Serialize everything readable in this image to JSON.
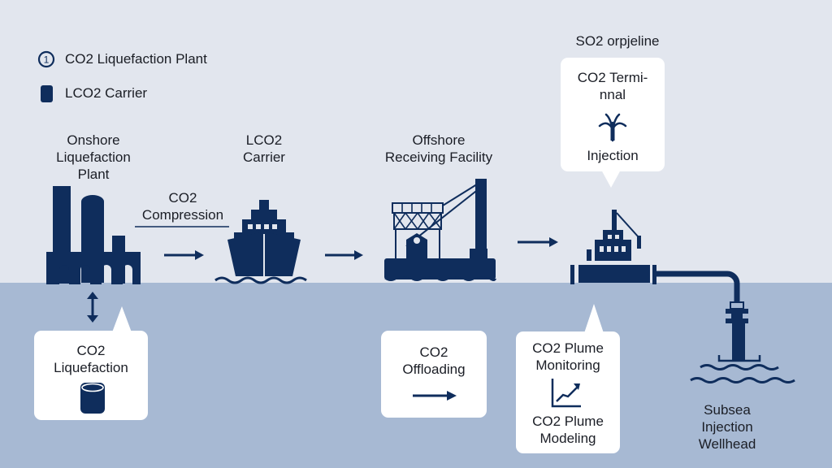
{
  "legend": [
    {
      "icon": "numbered-circle-icon",
      "marker": "1",
      "label": "CO2 Liquefaction Plant"
    },
    {
      "icon": "cylinder-icon",
      "label": "LCO2 Carrier"
    }
  ],
  "header": {
    "pipeline_label": "SO2 orpjeline"
  },
  "stages": {
    "onshore": {
      "label_lines": [
        "Onshore",
        "Liquefaction",
        "Plant"
      ],
      "icon": "factory-icon"
    },
    "compression": {
      "label_lines": [
        "CO2",
        "Compression"
      ]
    },
    "carrier": {
      "label_lines": [
        "LCO2",
        "Carrier"
      ],
      "icon": "ship-icon"
    },
    "offshore": {
      "label_lines": [
        "Offshore",
        "Receiving Facility"
      ],
      "icon": "offshore-platform-icon"
    },
    "terminal": {
      "icon": "terminal-platform-icon"
    },
    "wellhead": {
      "label_lines": [
        "Subsea",
        "Injection",
        "Wellhead"
      ],
      "icon": "wellhead-icon"
    }
  },
  "cards": {
    "terminal": {
      "title_lines": [
        "CO2 Termi-",
        "nnal"
      ],
      "icon": "injection-fountain-icon",
      "caption": "Injection"
    },
    "liquefaction": {
      "title_lines": [
        "CO2",
        "Liquefaction"
      ],
      "icon": "cylinder-icon"
    },
    "offloading": {
      "title_lines": [
        "CO2",
        "Offloading"
      ],
      "icon": "arrow-right-icon"
    },
    "plume": {
      "title_lines": [
        "CO2 Plume",
        "Monitoring"
      ],
      "icon": "trend-chart-icon",
      "caption_lines": [
        "CO2 Plume",
        "Modeling"
      ]
    }
  },
  "colors": {
    "navy": "#0f2d5c",
    "sky": "#e2e6ee",
    "sea": "#a7b9d3",
    "card": "#ffffff"
  }
}
